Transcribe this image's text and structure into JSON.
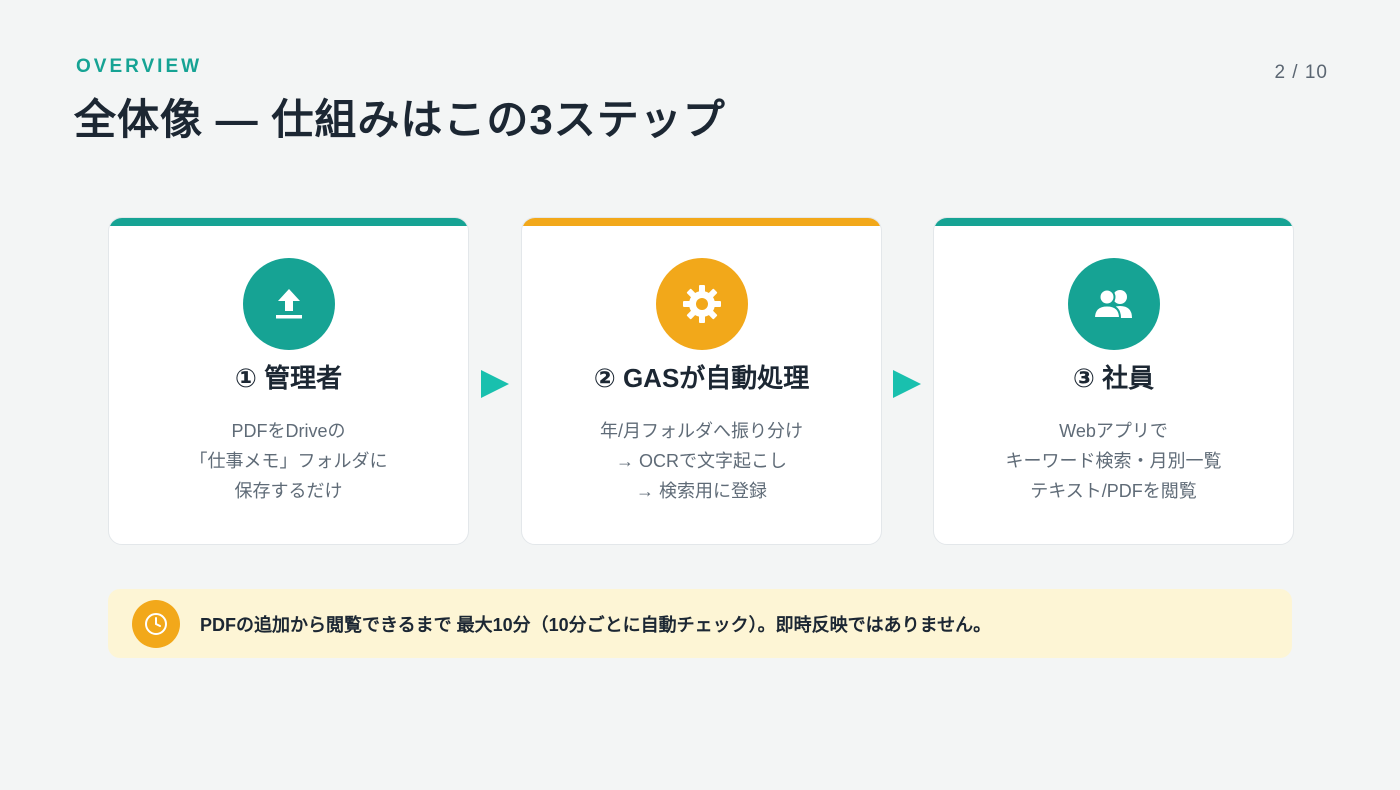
{
  "header": {
    "eyebrow": "OVERVIEW",
    "title": "全体像 ― 仕組みはこの3ステップ",
    "page_number": "2 / 10"
  },
  "colors": {
    "teal": "#16a394",
    "amber": "#f2a81a",
    "arrow": "#19c0ae",
    "notice_bg": "#fdf5d5"
  },
  "steps": [
    {
      "icon": "upload-icon",
      "accent": "teal",
      "heading": "① 管理者",
      "lines": [
        "PDFをDriveの",
        "「仕事メモ」フォルダに",
        "保存するだけ"
      ]
    },
    {
      "icon": "gear-icon",
      "accent": "amber",
      "heading": "② GASが自動処理",
      "lines": [
        "年/月フォルダへ振り分け",
        "→ OCRで文字起こし",
        "→ 検索用に登録"
      ]
    },
    {
      "icon": "users-icon",
      "accent": "teal",
      "heading": "③ 社員",
      "lines": [
        "Webアプリで",
        "キーワード検索・月別一覧",
        "テキスト/PDFを閲覧"
      ]
    }
  ],
  "notice": {
    "icon": "clock-icon",
    "text": "PDFの追加から閲覧できるまで 最大10分（10分ごとに自動チェック）。即時反映ではありません。"
  }
}
